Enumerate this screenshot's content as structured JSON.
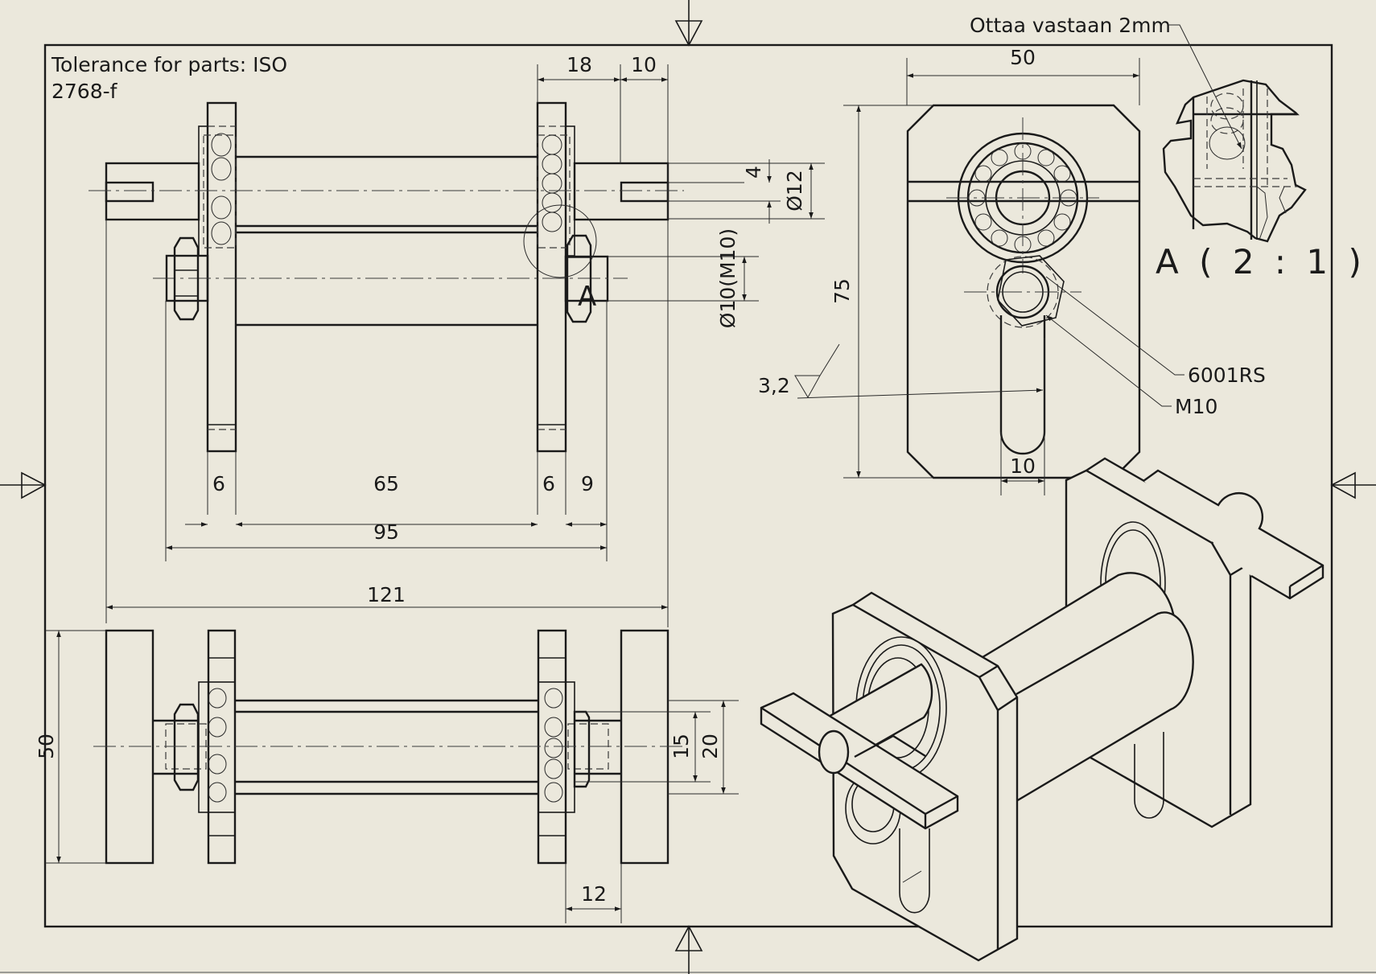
{
  "drawing": {
    "notes": {
      "tolerance_line1": "Tolerance for parts: ISO",
      "tolerance_line2": "2768-f",
      "callout_top": "Ottaa vastaan 2mm",
      "detail_label": "A ( 2 : 1 )",
      "detail_marker": "A",
      "bearing_callout": "6001RS",
      "nut_callout": "M10",
      "surface_roughness": "3,2"
    },
    "front_view_dims": {
      "d18": "18",
      "d10_top": "10",
      "d4": "4",
      "d_shaft": "Ø12",
      "d_bolt": "Ø10(M10)",
      "d6_left": "6",
      "d65": "65",
      "d6_right": "6",
      "d9": "9",
      "d95": "95",
      "d121": "121"
    },
    "side_view_dims": {
      "d50_width": "50",
      "d75_height": "75",
      "d10_slot": "10"
    },
    "bottom_view_dims": {
      "d50_height": "50",
      "d15": "15",
      "d20": "20",
      "d12": "12"
    },
    "colors": {
      "paper": "#ebe8dc",
      "line": "#1a1a1a"
    }
  }
}
